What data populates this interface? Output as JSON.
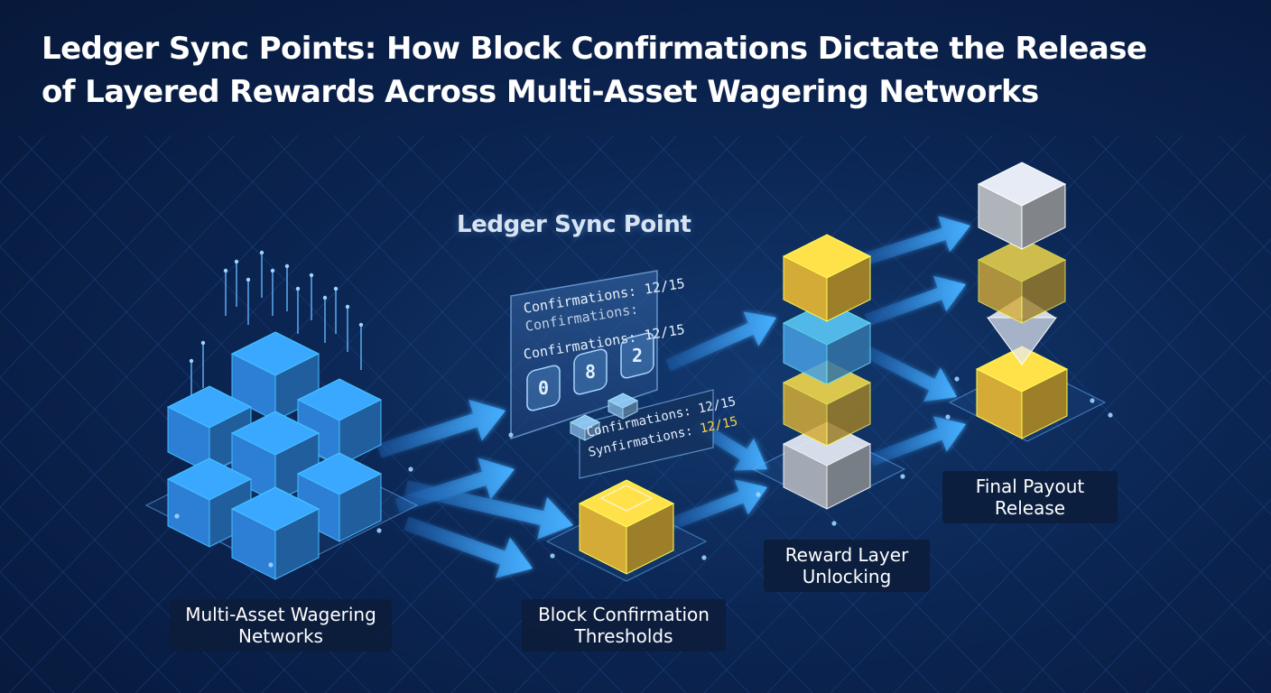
{
  "title": {
    "line1": "Ledger Sync Points: How Block Confirmations Dictate the Release",
    "line2": "of Layered Rewards Across Multi-Asset Wagering Networks"
  },
  "sync_panel": {
    "heading": "Ledger Sync Point",
    "readouts": [
      "Confirmations: 12/15",
      "Confirmations:",
      "Confirmations: 12/15"
    ],
    "glyphs": [
      "0",
      "8",
      "2"
    ],
    "sub_card": {
      "line1": "Confirmations: 12/15",
      "line2_prefix": "Synfirmations: ",
      "line2_value": "12/15"
    }
  },
  "labels": {
    "networks": [
      "Multi-Asset Wagering",
      "Networks"
    ],
    "thresholds": [
      "Block Confirmation",
      "Thresholds"
    ],
    "unlocking": [
      "Reward Layer",
      "Unlocking"
    ],
    "payout": [
      "Final Payout",
      "Release"
    ]
  },
  "colors": {
    "background": "#0b2552",
    "arrow": "#3aa0f0",
    "network_cube": "#2f86e0",
    "gold_cube": "#e0b43a",
    "silver_cube": "#b8bcc4",
    "highlight": "#ffd24a"
  }
}
